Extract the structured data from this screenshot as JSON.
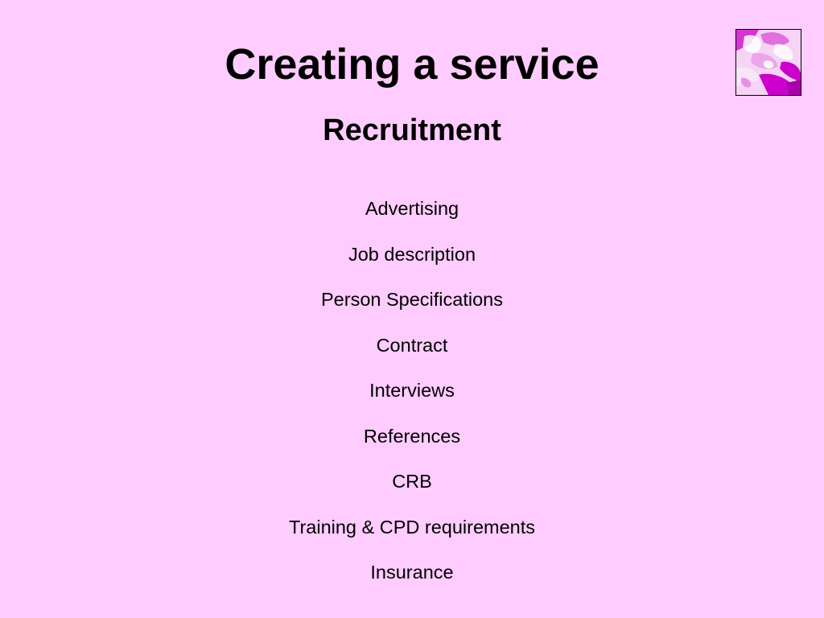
{
  "slide": {
    "title": "Creating a service",
    "subtitle": "Recruitment",
    "items": [
      "Advertising",
      "Job description",
      "Person Specifications",
      "Contract",
      "Interviews",
      "References",
      "CRB",
      "Training & CPD requirements",
      "Insurance"
    ],
    "colors": {
      "background": "#ffccff",
      "text": "#000000",
      "photo_accent": "#cc00cc"
    },
    "photo_icon": "magenta-abstract-photo-icon"
  }
}
